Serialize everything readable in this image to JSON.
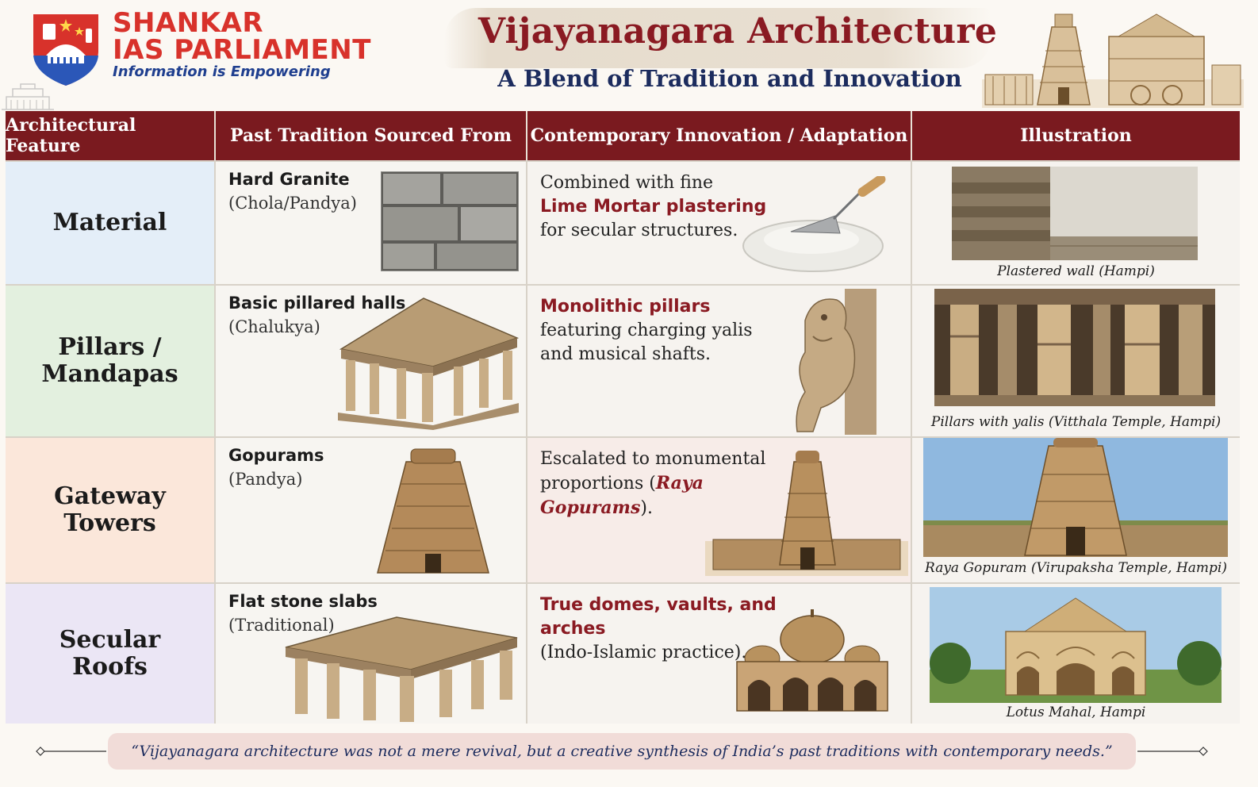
{
  "brand": {
    "line1": "SHANKAR",
    "line2": "IAS PARLIAMENT",
    "tagline": "Information is Empowering",
    "colors": {
      "red": "#d8322b",
      "blue": "#1f3f8f"
    }
  },
  "header": {
    "title": "Vijayanagara Architecture",
    "subtitle": "A Blend of Tradition and Innovation",
    "colors": {
      "title": "#8a1a22",
      "subtitle": "#1c2c5e"
    }
  },
  "table": {
    "header_color": "#7a1a1f",
    "columns": [
      "Architectural Feature",
      "Past Tradition Sourced From",
      "Contemporary Innovation / Adaptation",
      "Illustration"
    ],
    "rows": [
      {
        "feature": "Material",
        "bg": "#e4eef8",
        "past_title": "Hard Granite",
        "past_source": "(Chola/Pandya)",
        "past_image": "granite-blocks-image",
        "innov_pre": "Combined with fine",
        "innov_highlight": "Lime Mortar plastering",
        "innov_post": "for secular structures.",
        "innov_image": "trowel-mortar-image",
        "illustration": "plastered-wall-image",
        "caption": "Plastered wall (Hampi)"
      },
      {
        "feature": "Pillars / Mandapas",
        "bg": "#e3f0df",
        "past_title": "Basic pillared halls",
        "past_source": "(Chalukya)",
        "past_image": "pillared-hall-image",
        "innov_highlight": "Monolithic pillars",
        "innov_post": "featuring charging yalis and musical shafts.",
        "innov_image": "yali-sculpture-image",
        "illustration": "vitthala-pillars-image",
        "caption": "Pillars with yalis (Vitthala Temple, Hampi)"
      },
      {
        "feature": "Gateway Towers",
        "bg": "#fbe7da",
        "past_title": "Gopurams",
        "past_source": "(Pandya)",
        "past_image": "gopuram-image",
        "innov_pre": "Escalated to monumental proportions (",
        "innov_highlight": "Raya Gopurams",
        "innov_post": ").",
        "innov_image": "raya-gopuram-image",
        "illustration": "virupaksha-gopuram-image",
        "caption": "Raya Gopuram (Virupaksha Temple, Hampi)"
      },
      {
        "feature": "Secular Roofs",
        "bg": "#ebe6f5",
        "past_title": "Flat stone slabs",
        "past_source": "(Traditional)",
        "past_image": "flat-roof-mandapa-image",
        "innov_highlight": "True domes, vaults, and arches",
        "innov_post": "(Indo-Islamic practice).",
        "innov_image": "domed-pavilion-image",
        "illustration": "lotus-mahal-image",
        "caption": "Lotus Mahal, Hampi"
      }
    ]
  },
  "footer": {
    "quote": "“Vijayanagara architecture was not a mere revival, but a creative synthesis of India’s past traditions with contemporary needs.”"
  }
}
